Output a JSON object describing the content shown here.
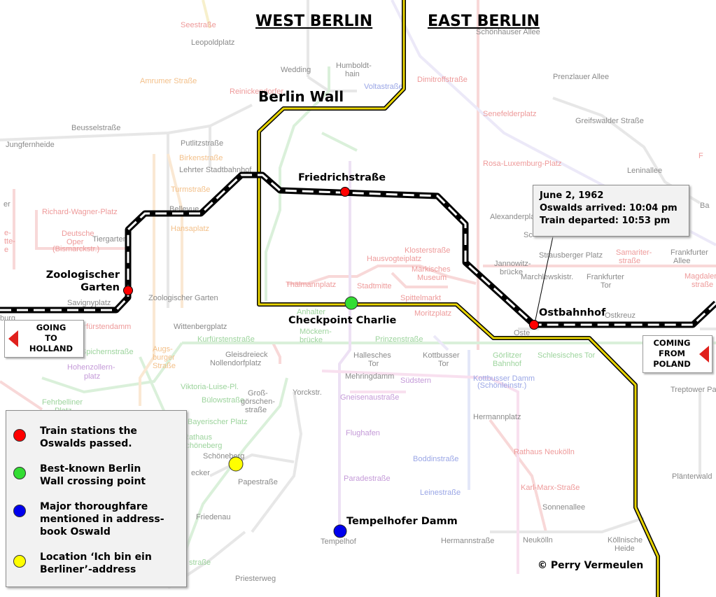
{
  "headers": {
    "west": "WEST BERLIN",
    "east": "EAST BERLIN"
  },
  "wall_label": "Berlin Wall",
  "stations": {
    "friedrichstrasse": "Friedrichstraße",
    "zoologischer_garten": "Zoologischer\nGarten",
    "ostbahnhof": "Ostbahnhof",
    "checkpoint_charlie": "Checkpoint Charlie",
    "tempelhofer_damm": "Tempelhofer Damm"
  },
  "info_box": {
    "date": "June 2, 1962",
    "arrived": "Oswalds arrived: 10:04 pm",
    "departed": "Train departed: 10:53 pm"
  },
  "direction_boxes": {
    "going": "GOING\nTO\nHOLLAND",
    "coming": "COMING\nFROM\nPOLAND"
  },
  "legend": {
    "items": [
      {
        "color": "#ff0000",
        "text": "Train stations the\nOswalds passed."
      },
      {
        "color": "#33dd33",
        "text": "Best-known Berlin\nWall crossing point"
      },
      {
        "color": "#0000ee",
        "text": "Major thoroughfare\nmentioned in address-\nbook Oswald"
      },
      {
        "color": "#ffff00",
        "text": "Location ‘Ich bin ein\nBerliner’-address"
      }
    ]
  },
  "copyright": "© Perry Vermeulen",
  "colors": {
    "train_route": "#000000",
    "wall": "#e8d400",
    "station_dot": "#ff0000",
    "crossing_dot": "#33dd33",
    "thoroughfare_dot": "#0000ee",
    "address_dot": "#ffff00",
    "arrow": "#e0201c"
  },
  "background_names": [
    "Seestraße",
    "Leopoldplatz",
    "Wedding",
    "Humboldt-\nhain",
    "Voltastraße",
    "Amrumer Straße",
    "Reinickendorfer",
    "Beusselstraße",
    "Putlitzstraße",
    "Jungfernheide",
    "Birkenstraße",
    "Lehrter Stadtbahnhof",
    "Turmstraße",
    "Richard-Wagner-Platz",
    "Deutsche\nOper",
    "Tiergarten",
    "Bellevue",
    "Hansaplatz",
    "Savignyplatz",
    "Zoologischer Garten",
    "Kurfürstendamm",
    "Wittenbergplatz",
    "Spichernstraße",
    "Augsburger\nStraße",
    "Kurfürstenstraße",
    "Gleisdreieck",
    "Nollendorfplatz",
    "Hohenzollernplatz",
    "Viktoria-Luise-Platz",
    "Bülowstraße",
    "Yorckstr.",
    "Möckern-\nbrücke",
    "Anhalter",
    "Hallesches\nTor",
    "Prinzenstraße",
    "Kottbusser\nTor",
    "Görlitzer\nBahnhof",
    "Schlesisches Tor",
    "Mehringdamm",
    "Südstern",
    "Kottbusser Damm",
    "Gneisenaustraße",
    "Hermannplatz",
    "Rathaus Neukölln",
    "Karl-Marx-Straße",
    "Flughafen",
    "Boddinstraße",
    "Leinestraße",
    "Paradestraße",
    "Sonnenallee",
    "Neukölln",
    "Hermannstraße",
    "Köllnische\nHeide",
    "Tempelhof",
    "Papestraße",
    "Schöneberg",
    "Rathaus\nSchöneberg",
    "Bayerischer Platz",
    "Friedenau",
    "Priesterweg",
    "Fehrbelliner\nPlatz",
    "Groß-\ngörschen-\nstraße",
    "Schönhauser Allee",
    "Dimitroffstraße",
    "Prenzlauer Allee",
    "Senefelderplatz",
    "Greifswalder Straße",
    "Rosa-Luxemburg-Platz",
    "Leninallee",
    "Alexanderplatz",
    "Jannowitz-\nbrücke",
    "Klosterstraße",
    "Hausvogteiplatz",
    "Märkisches\nMuseum",
    "Thälmannplatz",
    "Stadtmitte",
    "Spittelmarkt",
    "Moritzplatz",
    "Strausberger Platz",
    "Marchlewskistr.",
    "Frankfurter\nTor",
    "Samariter-\nstraße",
    "Frankfurter\nAllee",
    "Magdalenen-\nstraße",
    "Ostkreuz",
    "Treptower Park",
    "Plänterwald",
    "Bismarckstr."
  ]
}
